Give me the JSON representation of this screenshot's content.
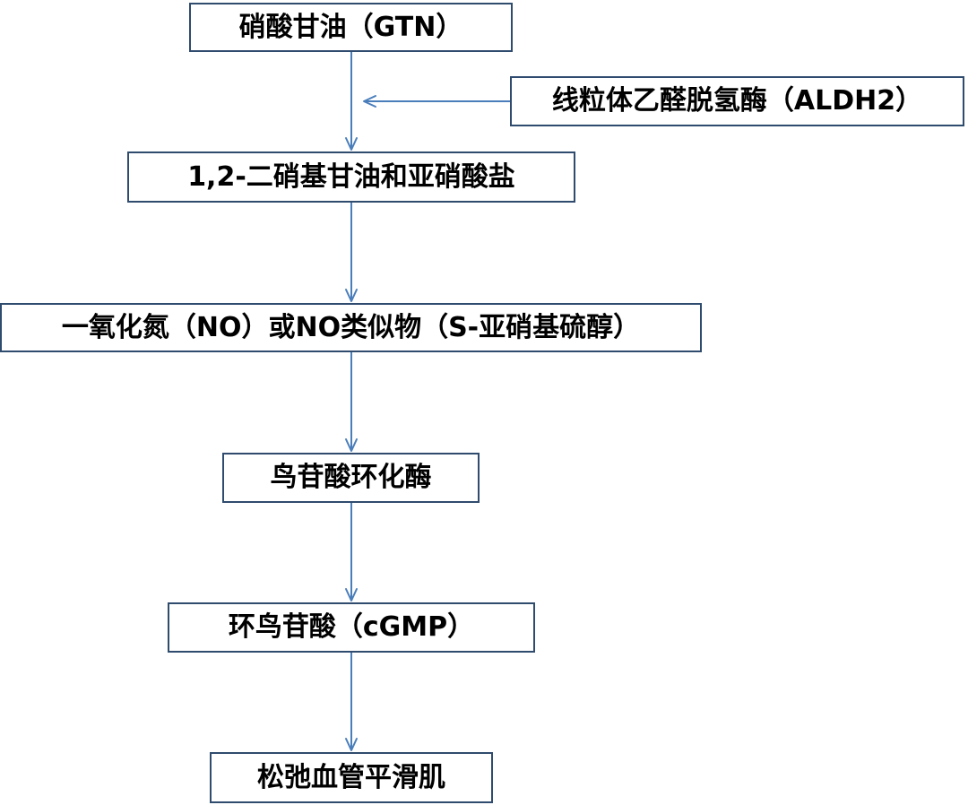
{
  "nodes": {
    "gtn": "硝酸甘油（GTN）",
    "aldh2": "线粒体乙醛脱氢酶（ALDH2）",
    "dinitrate": "1,2-二硝基甘油和亚硝酸盐",
    "no": "一氧化氮（NO）或NO类似物（S-亚硝基硫醇）",
    "gc": "鸟苷酸环化酶",
    "cgmp": "环鸟苷酸（cGMP）",
    "relax": "松弛血管平滑肌"
  },
  "colors": {
    "box_border": "#2f4b6e",
    "arrow": "#4a7ebb",
    "text": "#000000"
  }
}
